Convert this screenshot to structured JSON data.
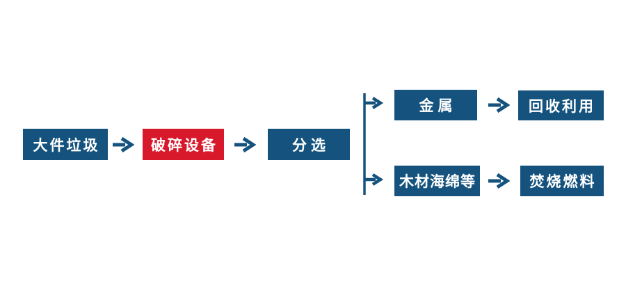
{
  "colors": {
    "background": "#FFFFFF",
    "node_blue": "#15537E",
    "node_red": "#D8192C",
    "node_text": "#FFFFFF",
    "arrow": "#15537E"
  },
  "diagram": {
    "type": "flowchart",
    "direction": "left-to-right",
    "nodes": [
      {
        "id": "bulky-waste",
        "label": "大件垃圾",
        "color": "blue"
      },
      {
        "id": "crushing-equipment",
        "label": "破碎设备",
        "color": "red"
      },
      {
        "id": "sorting",
        "label": "分选",
        "color": "blue"
      },
      {
        "id": "metal",
        "label": "金属",
        "color": "blue"
      },
      {
        "id": "recycling",
        "label": "回收利用",
        "color": "blue"
      },
      {
        "id": "wood-sponge-etc",
        "label": "木材海绵等",
        "color": "blue"
      },
      {
        "id": "incineration-fuel",
        "label": "焚烧燃料",
        "color": "blue"
      }
    ],
    "edges": [
      {
        "from": "bulky-waste",
        "to": "crushing-equipment"
      },
      {
        "from": "crushing-equipment",
        "to": "sorting"
      },
      {
        "from": "sorting",
        "to": "metal"
      },
      {
        "from": "sorting",
        "to": "wood-sponge-etc"
      },
      {
        "from": "metal",
        "to": "recycling"
      },
      {
        "from": "wood-sponge-etc",
        "to": "incineration-fuel"
      }
    ]
  }
}
